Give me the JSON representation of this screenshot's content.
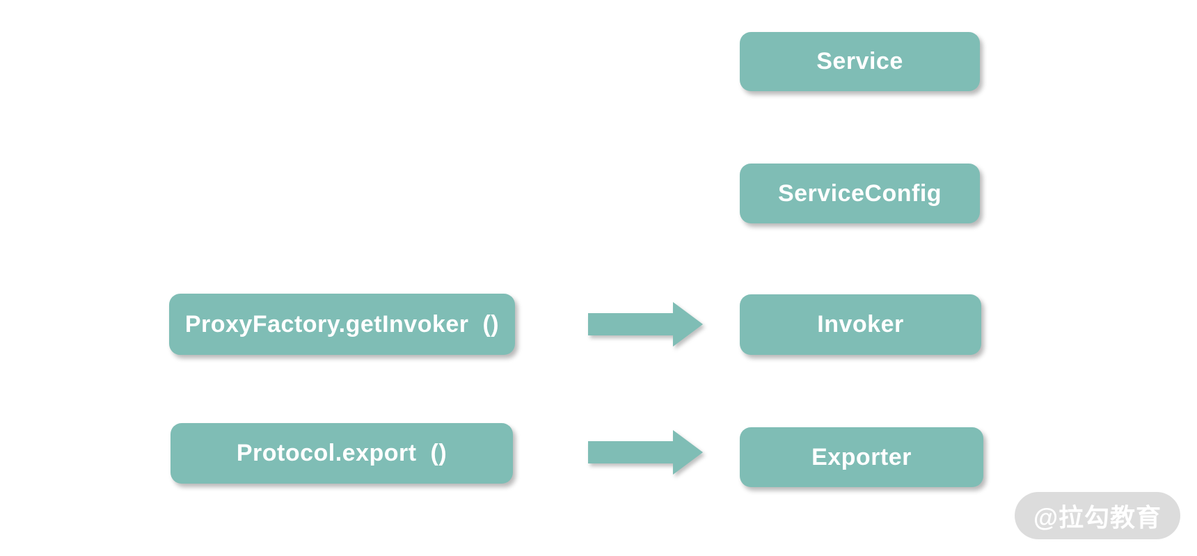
{
  "colors": {
    "box_fill": "#7fbdb5",
    "box_text": "#ffffff",
    "watermark_bg": "#dcdcdc",
    "watermark_text": "#ffffff",
    "page_bg": "#ffffff"
  },
  "nodes": {
    "service": {
      "label": "Service"
    },
    "service_config": {
      "label": "ServiceConfig"
    },
    "invoker": {
      "label": "Invoker"
    },
    "exporter": {
      "label": "Exporter"
    },
    "proxy_factory_get_invoker": {
      "label": "ProxyFactory.getInvoker ()"
    },
    "protocol_export": {
      "label": "Protocol.export ()"
    }
  },
  "edges": [
    {
      "from": "proxy_factory_get_invoker",
      "to": "invoker",
      "direction": "right"
    },
    {
      "from": "protocol_export",
      "to": "exporter",
      "direction": "right"
    }
  ],
  "watermark": {
    "label": "@拉勾教育"
  }
}
